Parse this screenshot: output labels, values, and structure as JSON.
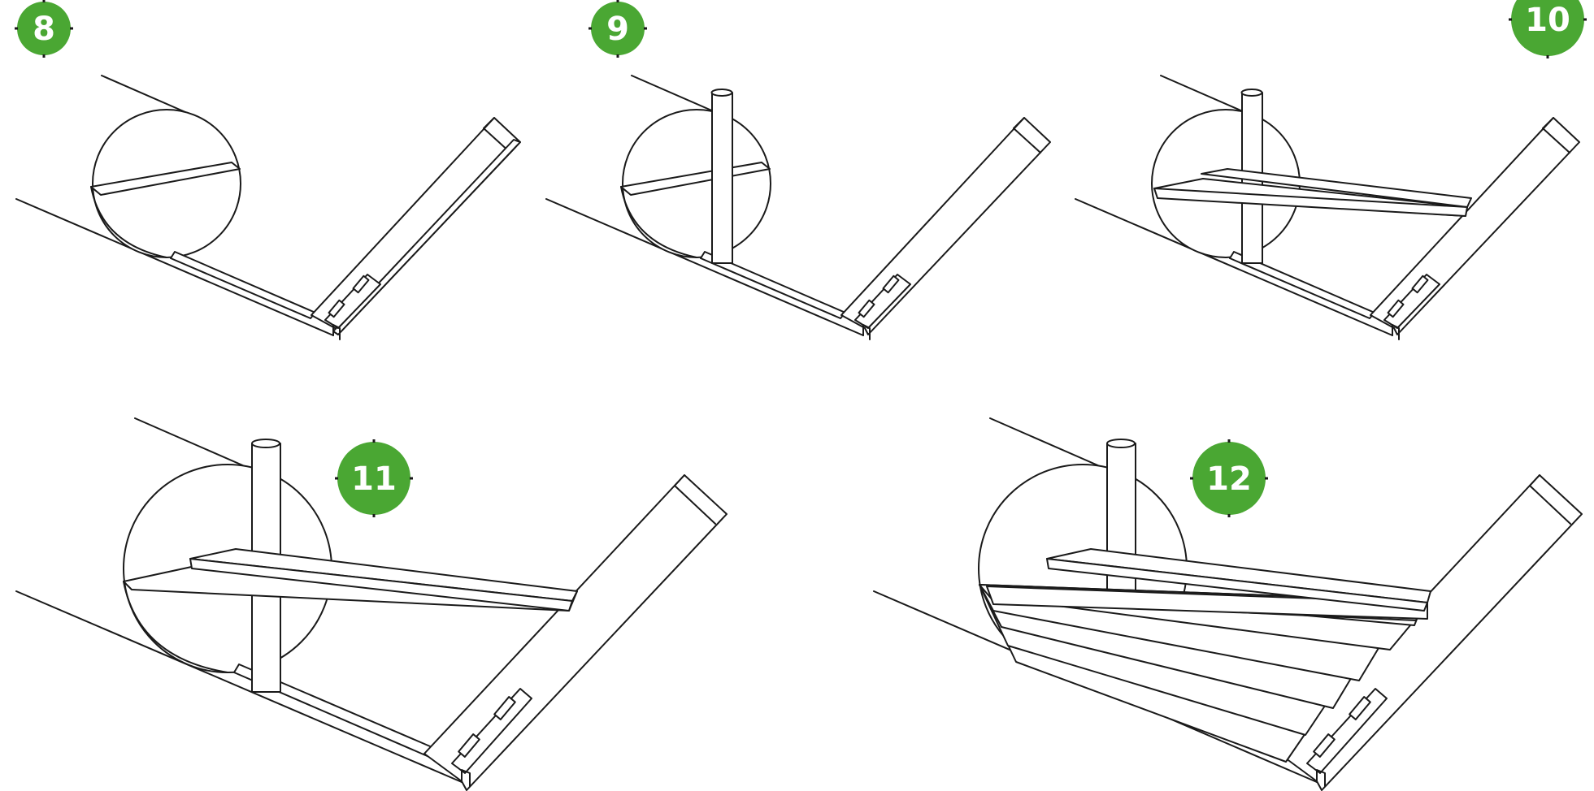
{
  "steps": [
    {
      "number": "8"
    },
    {
      "number": "9"
    },
    {
      "number": "10"
    },
    {
      "number": "11"
    },
    {
      "number": "12"
    }
  ],
  "colors": {
    "badge": "#4aa733",
    "badge_text": "#ffffff",
    "line": "#1a1a1a",
    "background": "#ffffff"
  }
}
